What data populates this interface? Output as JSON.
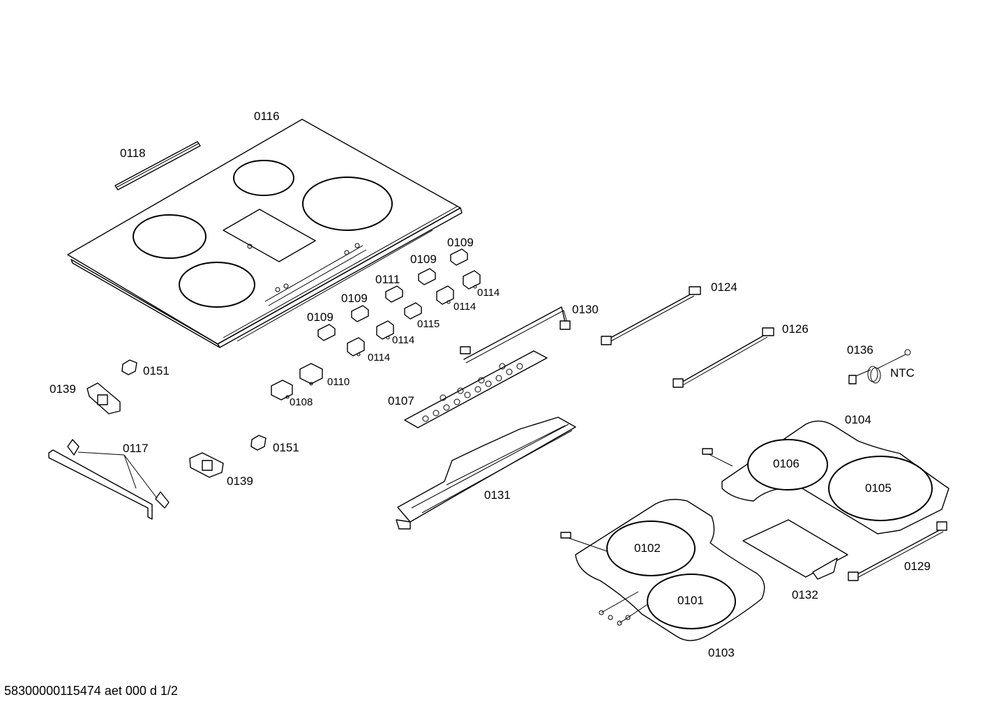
{
  "labels": {
    "p0116": "0116",
    "p0118": "0118",
    "p0109a": "0109",
    "p0109b": "0109",
    "p0109c": "0109",
    "p0109d": "0109",
    "p0111": "0111",
    "p0114a": "0114",
    "p0114b": "0114",
    "p0114c": "0114",
    "p0114d": "0114",
    "p0115": "0115",
    "p0110": "0110",
    "p0108": "0108",
    "p0151a": "0151",
    "p0151b": "0151",
    "p0139a": "0139",
    "p0139b": "0139",
    "p0117": "0117",
    "p0107": "0107",
    "p0130": "0130",
    "p0131": "0131",
    "p0124": "0124",
    "p0126": "0126",
    "p0136": "0136",
    "ntc": "NTC",
    "p0104": "0104",
    "p0106": "0106",
    "p0105": "0105",
    "p0102": "0102",
    "p0101": "0101",
    "p0103": "0103",
    "p0132": "0132",
    "p0129": "0129"
  },
  "footer": "58300000115474 aet 000 d 1/2"
}
